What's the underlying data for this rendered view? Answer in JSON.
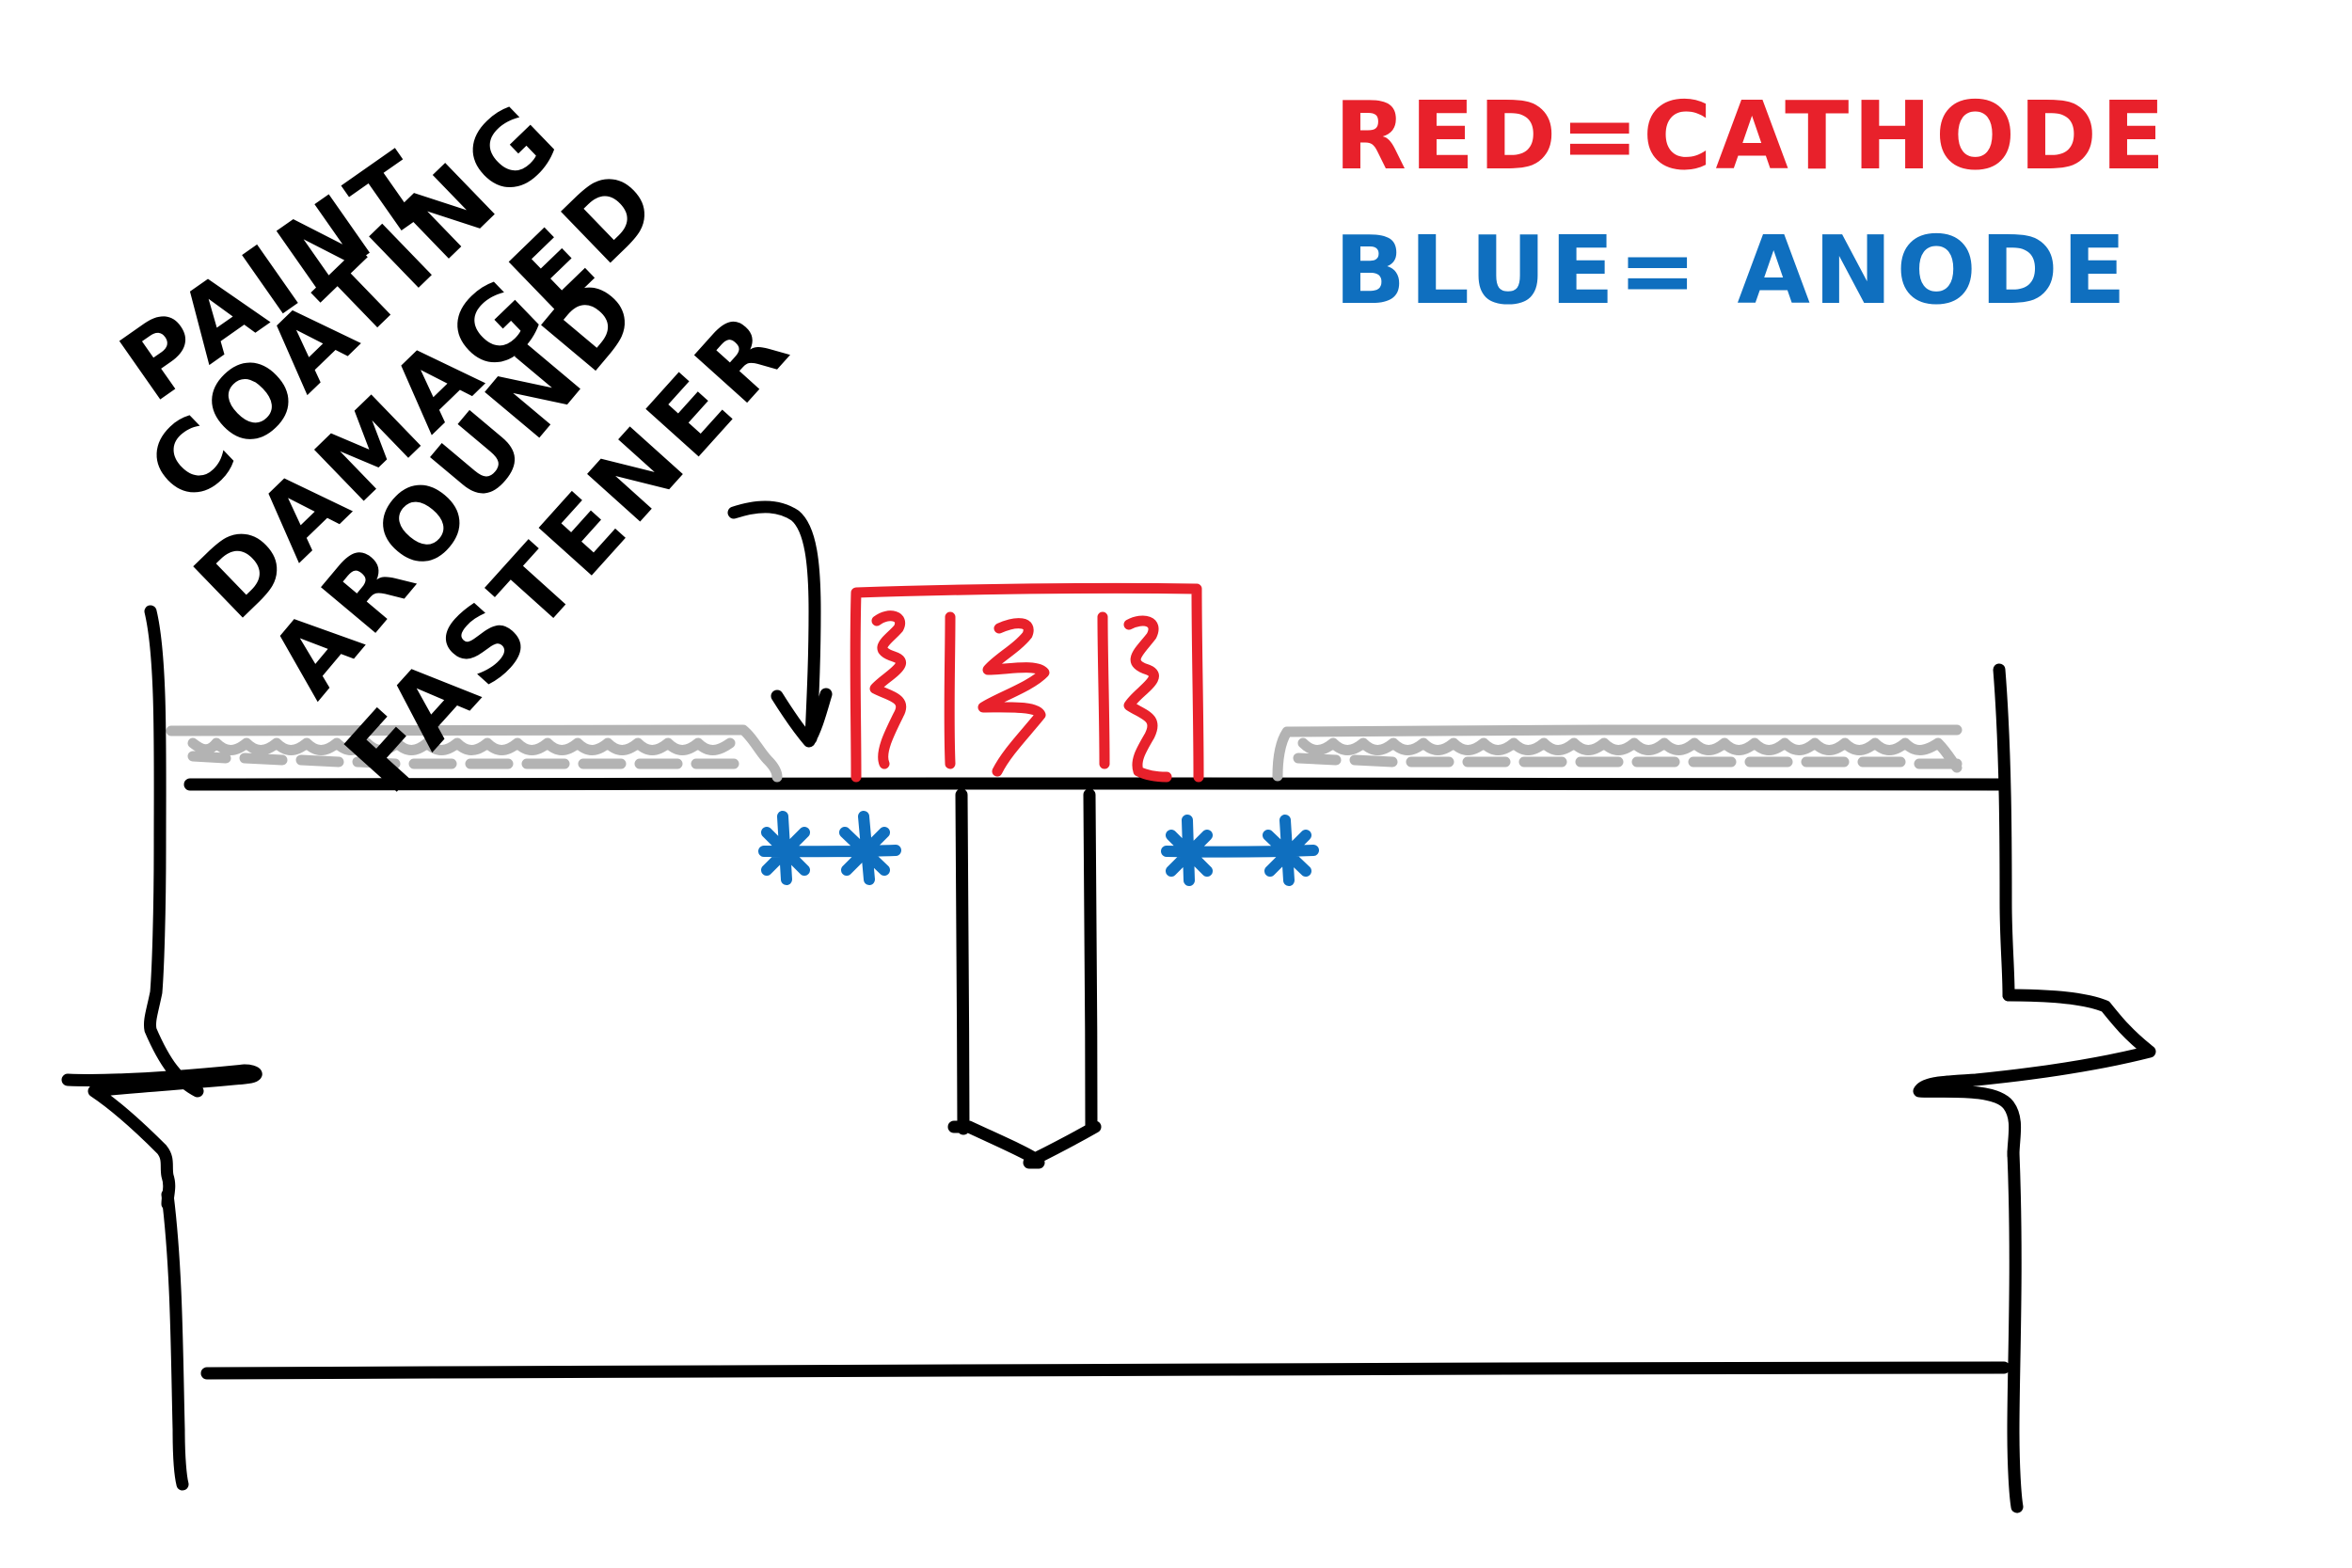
{
  "annotation": {
    "lines": [
      "PAINT",
      "COATING",
      "DAMAGED",
      "AROUND",
      "FASTENER"
    ]
  },
  "legend": {
    "cathode_label": "RED=CATHODE",
    "anode_label": "BLUE= ANODE"
  },
  "colors": {
    "cathode": "#e8212b",
    "anode": "#0f6fbf",
    "paint_coating": "#b3b3b3",
    "ink": "#000000",
    "background": "#ffffff"
  }
}
